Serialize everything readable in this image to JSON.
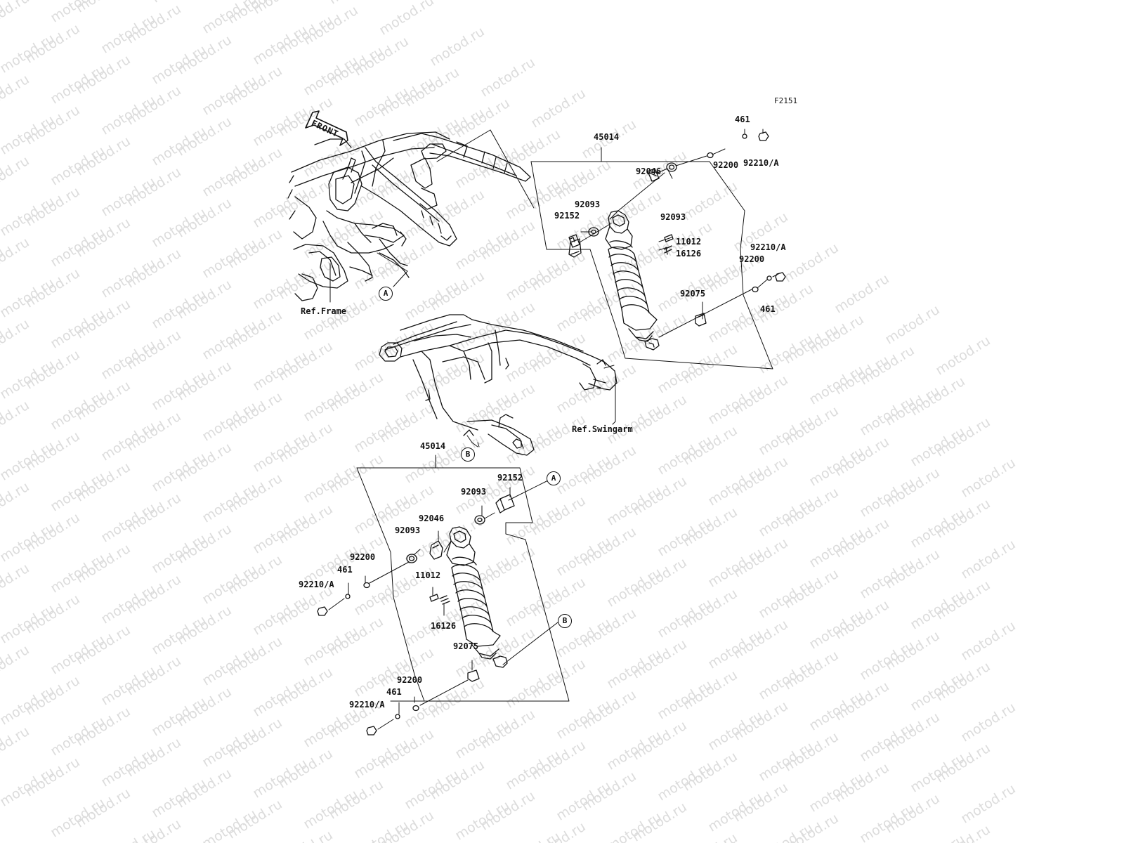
{
  "figure_code": "F2151",
  "watermark_text": "motod.ru",
  "front_label": "FRONT",
  "ref_labels": {
    "frame": "Ref.Frame",
    "swingarm": "Ref.Swingarm"
  },
  "callouts": {
    "a": "A",
    "b": "B"
  },
  "upper_assembly": {
    "p45014": "45014",
    "p461_top": "461",
    "p92210a_top": "92210/A",
    "p92200_top": "92200",
    "p92046": "92046",
    "p92093_left": "92093",
    "p92152": "92152",
    "p92093_right": "92093",
    "p11012": "11012",
    "p16126": "16126",
    "p92210a_bottom": "92210/A",
    "p92200_bottom": "92200",
    "p92075": "92075",
    "p461_bottom": "461"
  },
  "lower_assembly": {
    "p45014": "45014",
    "p92152": "92152",
    "p92093_top": "92093",
    "p92046": "92046",
    "p92093_left": "92093",
    "p92200_top": "92200",
    "p461_top": "461",
    "p92210a_top": "92210/A",
    "p11012": "11012",
    "p16126": "16126",
    "p92075": "92075",
    "p92200_bottom": "92200",
    "p461_bottom": "461",
    "p92210a_bottom": "92210/A"
  },
  "colors": {
    "line": "#111111",
    "watermark": "#dcdcdc",
    "background": "#ffffff"
  }
}
